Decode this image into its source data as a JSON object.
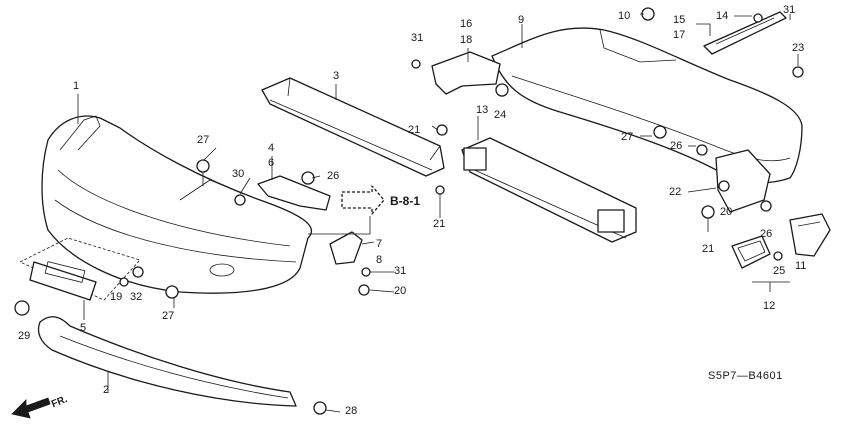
{
  "diagram": {
    "code": "S5P7—B4601",
    "ref_label": "B-8-1",
    "front_label": "FR.",
    "callouts": {
      "c1": "1",
      "c2": "2",
      "c3": "3",
      "c4": "4",
      "c5": "5",
      "c6": "6",
      "c7": "7",
      "c8": "8",
      "c9": "9",
      "c10": "10",
      "c11": "11",
      "c12": "12",
      "c13": "13",
      "c14": "14",
      "c15": "15",
      "c16": "16",
      "c17": "17",
      "c18": "18",
      "c19": "19",
      "c20a": "20",
      "c20b": "20",
      "c21a": "21",
      "c21b": "21",
      "c21c": "21",
      "c22": "22",
      "c23": "23",
      "c24": "24",
      "c25": "25",
      "c26a": "26",
      "c26b": "26",
      "c26c": "26",
      "c27a": "27",
      "c27b": "27",
      "c27c": "27",
      "c28": "28",
      "c29": "29",
      "c30": "30",
      "c31a": "31",
      "c31b": "31",
      "c31c": "31",
      "c32": "32"
    }
  }
}
